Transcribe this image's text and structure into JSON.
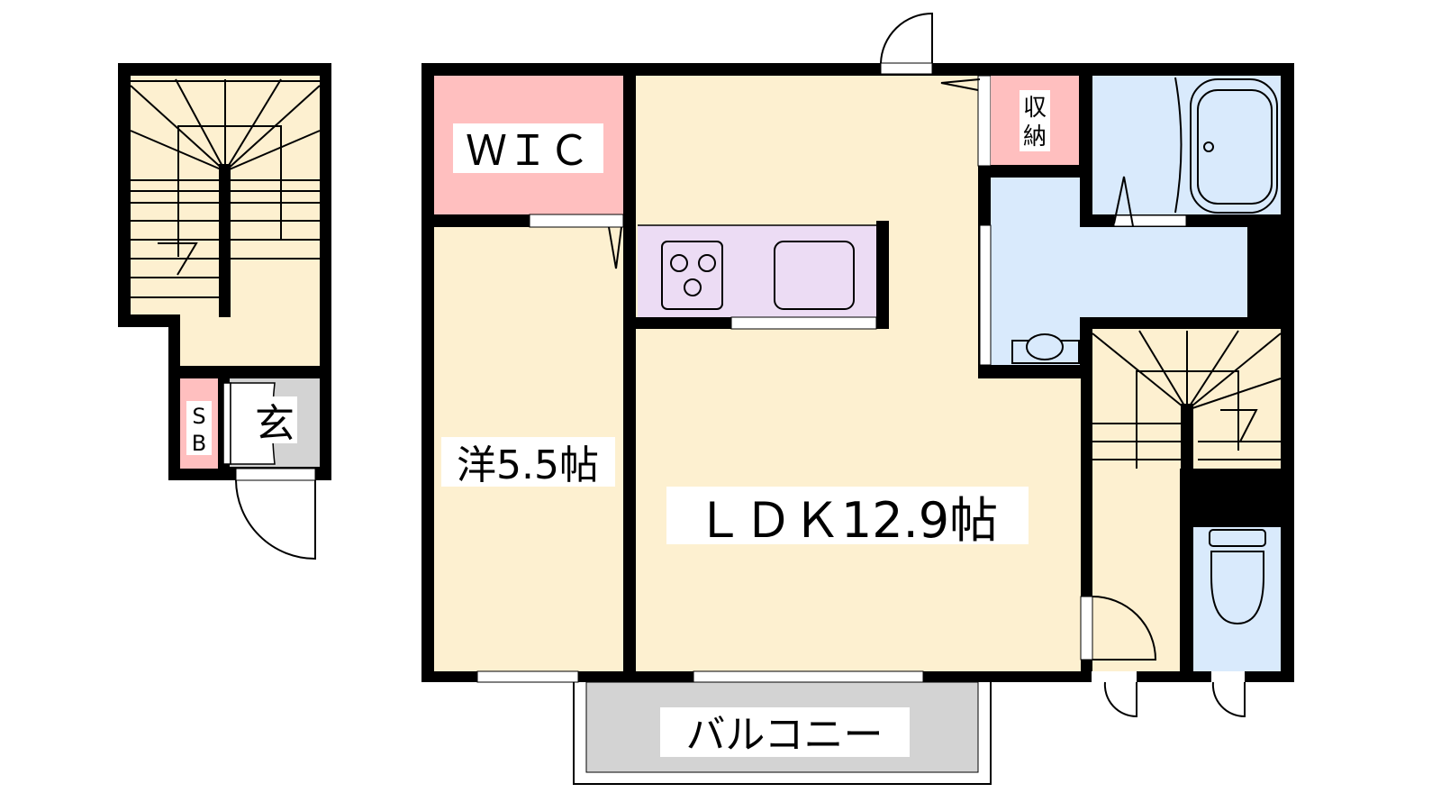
{
  "floor_plan": {
    "rooms": {
      "wic": "ＷＩＣ",
      "western_room": "洋5.5帖",
      "ldk": "ＬＤＫ12.9帖",
      "storage_top": "収",
      "storage_bottom": "納",
      "shoe_box_top": "S",
      "shoe_box_bottom": "B",
      "entrance": "玄",
      "balcony": "バルコニー"
    },
    "colors": {
      "wall": "#000000",
      "living": "#fdf0d0",
      "storage": "#ffbfbf",
      "water": "#d9eafc",
      "kitchen": "#ecdcf4",
      "entrance": "#d3d3d3",
      "balcony": "#d3d3d3"
    }
  }
}
